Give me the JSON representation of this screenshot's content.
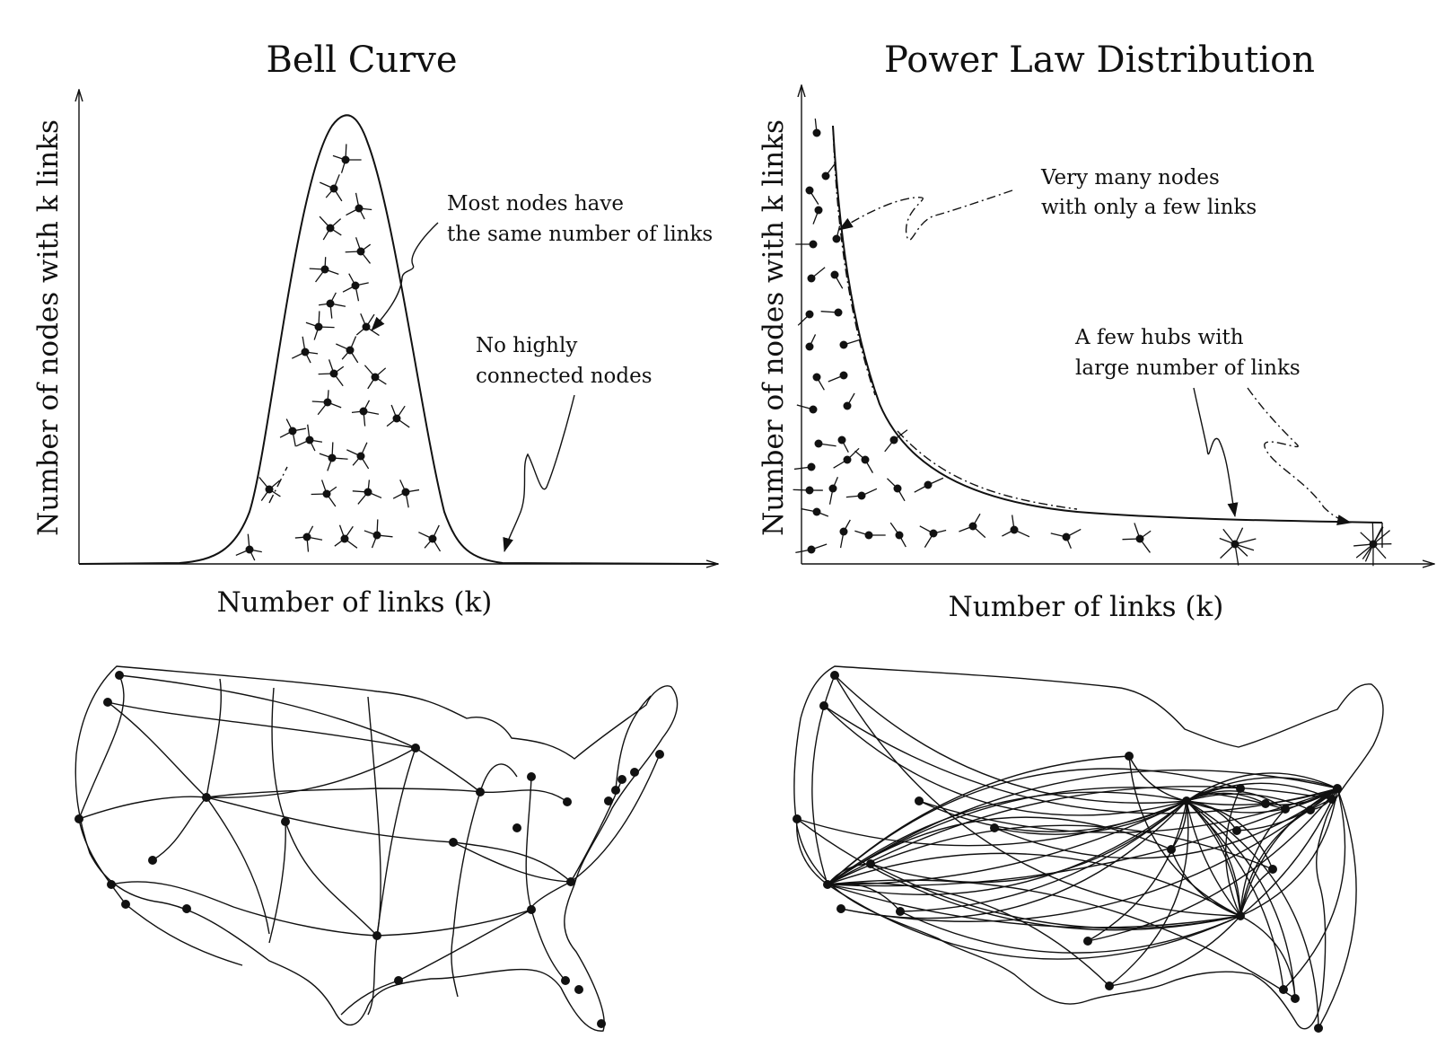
{
  "left_panel": {
    "title": "Bell Curve",
    "y_axis_label": "Number of nodes with k links",
    "x_axis_label": "Number of links (k)",
    "annotation_peak": [
      "Most nodes have",
      "the same number of links"
    ],
    "annotation_tail": [
      "No highly",
      "connected nodes"
    ]
  },
  "right_panel": {
    "title": "Power Law Distribution",
    "y_axis_label": "Number of nodes with k links",
    "x_axis_label": "Number of links (k)",
    "annotation_many": [
      "Very many nodes",
      "with only a few links"
    ],
    "annotation_hubs": [
      "A few hubs with",
      "large number of links"
    ]
  },
  "colors": {
    "ink": "#111111",
    "background": "#ffffff"
  }
}
